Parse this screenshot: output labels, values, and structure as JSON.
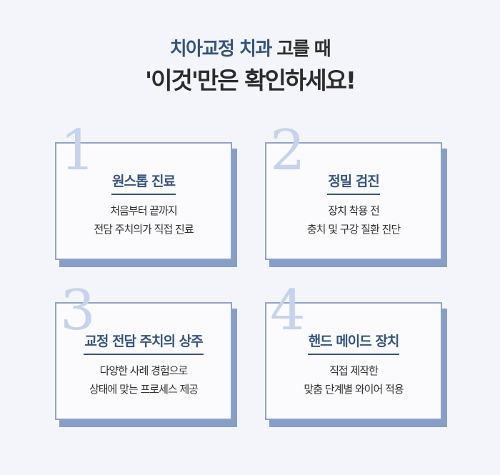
{
  "heading": {
    "line1_accent": "치아교정 치과",
    "line1_rest": " 고를 때",
    "line2": "'이것'만은 확인하세요!"
  },
  "colors": {
    "background": "#f4f5fa",
    "accent": "#34537f",
    "card_border": "#8ea3c5",
    "card_shadow": "#879fc6",
    "numeral": "#c5d3ec"
  },
  "cards": [
    {
      "number": "1",
      "title": "원스톱 진료",
      "desc_line1": "처음부터 끝까지",
      "desc_line2": "전담 주치의가 직접 진료"
    },
    {
      "number": "2",
      "title": "정밀 검진",
      "desc_line1": "장치 착용 전",
      "desc_line2": "충치 및 구강 질환 진단"
    },
    {
      "number": "3",
      "title": "교정 전담 주치의 상주",
      "desc_line1": "다양한 사례 경험으로",
      "desc_line2": "상태에 맞는 프로세스 제공"
    },
    {
      "number": "4",
      "title": "핸드 메이드 장치",
      "desc_line1": "직접 제작한",
      "desc_line2": "맞춤 단계별 와이어 적용"
    }
  ]
}
